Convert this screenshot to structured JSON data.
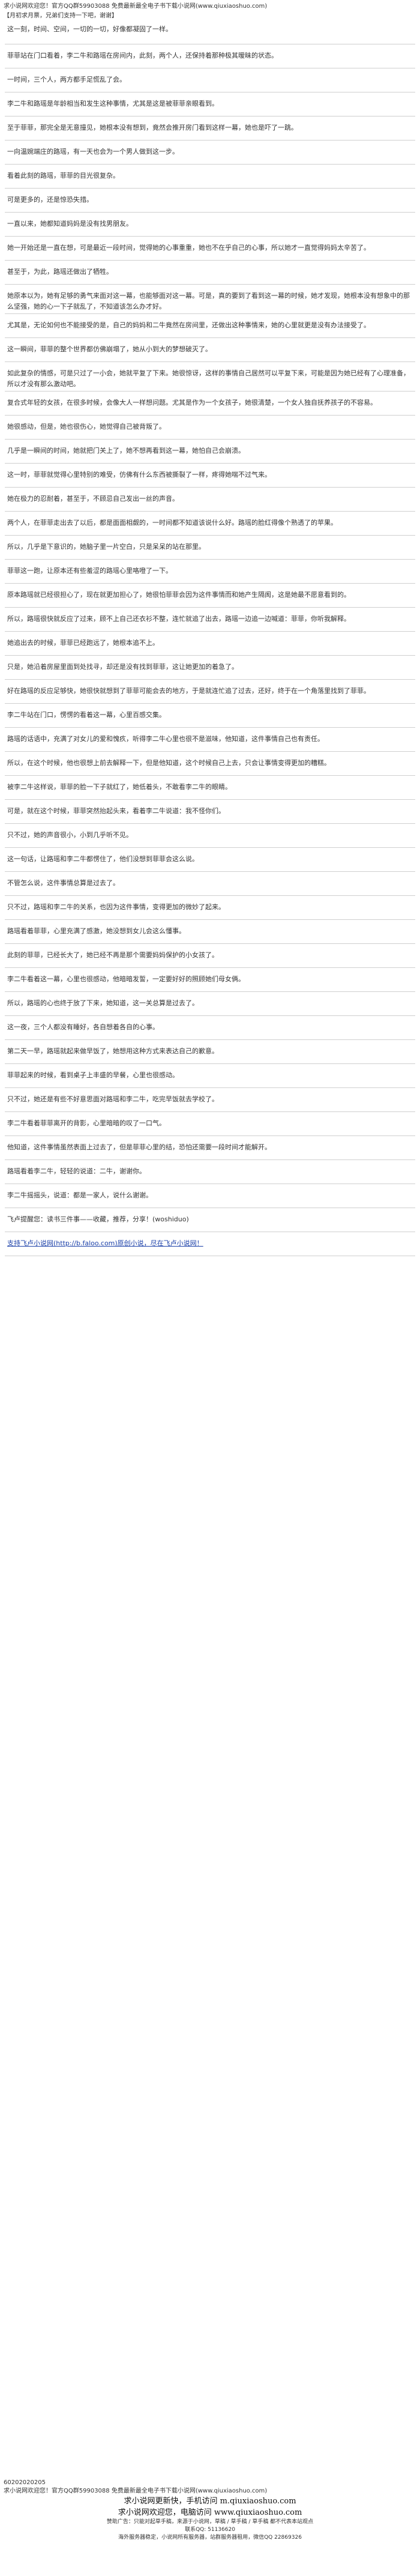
{
  "header": {
    "line1": "求小说网欢迎您！官方QQ群59903088 免费最新最全电子书下载小说网(www.qiuxiaoshuo.com)",
    "line2": "【月初求月票，兄弟们支持一下吧，谢谢】"
  },
  "paragraphs": [
    "这一刻，时间、空间，一切的一切，好像都凝固了一样。",
    "菲菲站在门口看着，李二牛和路瑶在房间内，此刻，两个人，还保持着那种极其暧昧的状态。",
    "一时间，三个人，两方都手足慌乱了会。",
    "李二牛和路瑶是年龄相当和发生这种事情，尤其是这是被菲菲亲眼看到。",
    "至于菲菲，那完全是无意撞见，她根本没有想到，竟然会推开房门看到这样一幕，她也是吓了一跳。",
    "一向温婉端庄的路瑶，有一天也会为一个男人做到这一步。",
    "看着此刻的路瑶，菲菲的目光很复杂。",
    "可是更多的，还是惊恐失措。",
    "一直以来，她都知道妈妈是没有找男朋友。",
    "她一开始还是一直在想，可是最近一段时间，觉得她的心事重重，她也不在乎自己的心事，所以她才一直觉得妈妈太辛苦了。",
    "甚至于，为此，路瑶还做出了牺牲。",
    "她原本以为，她有足够的勇气来面对这一幕，也能够面对这一幕。可是，真的要到了看到这一幕的时候，她才发现，她根本没有想象中的那么坚强，她的心一下子就乱了，不知道该怎么办才好。",
    "尤其是，无论如何也不能接受的是，自己的妈妈和二牛竟然在房间里，还做出这种事情来，她的心里就更是没有办法接受了。",
    "这一瞬间，菲菲的整个世界都仿佛崩塌了，她从小到大的梦想破灭了。",
    "如此复杂的情感，可是只过了一小会，她就平复了下来。她很惊讶，这样的事情自己居然可以平复下来，可能是因为她已经有了心理准备，所以才没有那么激动吧。",
    "复合式年轻的女孩，在很多时候，会像大人一样想问题。尤其是作为一个女孩子，她很清楚，一个女人独自抚养孩子的不容易。",
    "她很感动，但是，她也很伤心，她觉得自己被背叛了。",
    "几乎是一瞬间的时间，她就把门关上了，她不想再看到这一幕，她怕自己会崩溃。",
    "这一时，菲菲就觉得心里特别的难受，仿佛有什么东西被撕裂了一样，疼得她喘不过气来。",
    "她在极力的忍耐着，甚至于，不顾忌自己发出一丝的声音。",
    "两个人，在菲菲走出去了以后，都是面面相觑的，一时间都不知道该说什么好。路瑶的脸红得像个熟透了的苹果。",
    "所以，几乎是下意识的，她脑子里一片空白，只是呆呆的站在那里。",
    "菲菲这一跑，让原本还有些羞涩的路瑶心里咯噔了一下。",
    "原本路瑶就已经很担心了，现在就更加担心了，她很怕菲菲会因为这件事情而和她产生隔阂，这是她最不愿意看到的。",
    "所以，路瑶很快就反应了过来，顾不上自己还衣衫不整，连忙就追了出去，路瑶一边追一边喊道：菲菲，你听我解释。",
    "她追出去的时候，菲菲已经跑远了，她根本追不上。",
    "只是，她沿着房屋里面到处找寻，却还是没有找到菲菲，这让她更加的着急了。",
    "好在路瑶的反应足够快，她很快就想到了菲菲可能会去的地方，于是就连忙追了过去，还好，终于在一个角落里找到了菲菲。",
    "李二牛站在门口，愣愣的看着这一幕，心里百感交集。",
    "路瑶的话语中，充满了对女儿的爱和愧疚，听得李二牛心里也很不是滋味，他知道，这件事情自己也有责任。",
    "所以，在这个时候，他也很想上前去解释一下，但是他知道，这个时候自己上去，只会让事情变得更加的糟糕。",
    "被李二牛这样说，菲菲的脸一下子就红了，她低着头，不敢看李二牛的眼睛。",
    "可是，就在这个时候，菲菲突然抬起头来，看着李二牛说道：我不怪你们。",
    "只不过，她的声音很小，小到几乎听不见。",
    "这一句话，让路瑶和李二牛都愣住了，他们没想到菲菲会这么说。",
    "不管怎么说，这件事情总算是过去了。",
    "只不过，路瑶和李二牛的关系，也因为这件事情，变得更加的微妙了起来。",
    "路瑶看着菲菲，心里充满了感激，她没想到女儿会这么懂事。",
    "此刻的菲菲，已经长大了，她已经不再是那个需要妈妈保护的小女孩了。",
    "李二牛看着这一幕，心里也很感动，他暗暗发誓，一定要好好的照顾她们母女俩。",
    "所以，路瑶的心也终于放了下来，她知道，这一关总算是过去了。",
    "这一夜，三个人都没有睡好，各自想着各自的心事。",
    "第二天一早，路瑶就起来做早饭了，她想用这种方式来表达自己的歉意。",
    "菲菲起来的时候，看到桌子上丰盛的早餐，心里也很感动。",
    "只不过，她还是有些不好意思面对路瑶和李二牛，吃完早饭就去学校了。",
    "李二牛看着菲菲离开的背影，心里暗暗的叹了一口气。",
    "他知道，这件事情虽然表面上过去了，但是菲菲心里的结，恐怕还需要一段时间才能解开。",
    "路瑶看着李二牛，轻轻的说道：二牛，谢谢你。",
    "李二牛摇摇头，说道：都是一家人，说什么谢谢。",
    "飞卢提醒您：读书三件事——收藏，推荐，分享！(woshiduo)",
    "支持飞卢小说网(http://b.faloo.com)原创小说，尽在飞卢小说网！"
  ],
  "footer_code": "60202020205",
  "bottom": {
    "line1": "求小说网欢迎您！官方QQ群59903088 免费最新最全电子书下载小说网(www.qiuxiaoshuo.com)",
    "big1": "求小说网更新快，手机访问 m.qiuxiaoshuo.com",
    "big2": "求小说网欢迎您，电脑访问 www.qiuxiaoshuo.com",
    "small1": "赞助广告：只能对起草手稿，来源于小说网，草稿 / 草手稿 / 草手稿 都不代表本站观点",
    "small2": "联系QQ: 51136620",
    "small3": "海外服务器稳定，小说网所有服务器，站群服务器租用，微信QQ 22869326"
  }
}
